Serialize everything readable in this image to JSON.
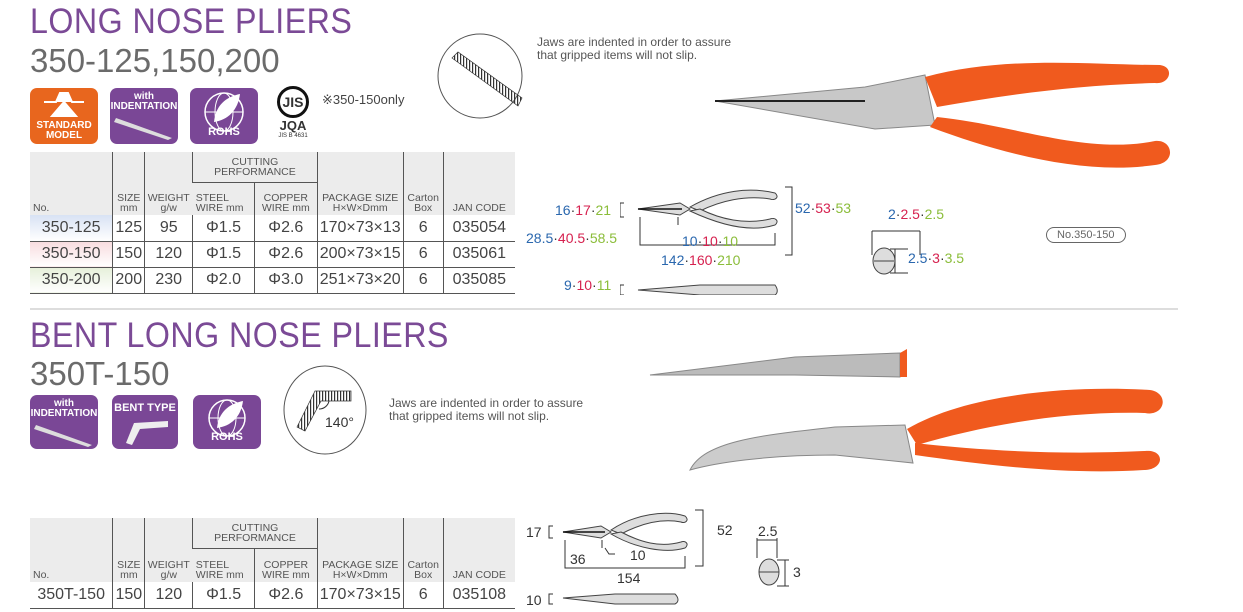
{
  "section1": {
    "title": "LONG NOSE PLIERS",
    "models": "350-125,150,200",
    "badges": {
      "standard": [
        "STANDARD",
        "MODEL"
      ],
      "indentation": [
        "with",
        "INDENTATION"
      ],
      "rohs": "ROHS",
      "jis": "JIS",
      "jqa": "JQA",
      "jis_std": "JIS B 4631"
    },
    "jis_note": "※350-150only",
    "jaw_note": [
      "Jaws are indented in order to assure",
      "that gripped items will not slip."
    ],
    "table": {
      "headers": {
        "no": "No.",
        "size": [
          "SIZE",
          "mm"
        ],
        "weight": [
          "WEIGHT",
          "g/w"
        ],
        "cutting": [
          "CUTTING",
          "PERFORMANCE"
        ],
        "steel": [
          "STEEL",
          "WIRE mm"
        ],
        "copper": [
          "COPPER",
          "WIRE mm"
        ],
        "package": [
          "PACKAGE SIZE",
          "H×W×Dmm"
        ],
        "carton": [
          "Carton",
          "Box"
        ],
        "jan": "JAN CODE"
      },
      "rows": [
        {
          "no": "350-125",
          "size": "125",
          "weight": "95",
          "steel": "Φ1.5",
          "copper": "Φ2.6",
          "package": "170×73×13",
          "carton": "6",
          "jan": "035054"
        },
        {
          "no": "350-150",
          "size": "150",
          "weight": "120",
          "steel": "Φ1.5",
          "copper": "Φ2.6",
          "package": "200×73×15",
          "carton": "6",
          "jan": "035061"
        },
        {
          "no": "350-200",
          "size": "200",
          "weight": "230",
          "steel": "Φ2.0",
          "copper": "Φ3.0",
          "package": "251×73×20",
          "carton": "6",
          "jan": "035085"
        }
      ]
    },
    "dims": {
      "tip_height": [
        "16",
        "17",
        "21"
      ],
      "height": [
        "52",
        "53",
        "53"
      ],
      "jaw_length": [
        "28.5",
        "40.5",
        "58.5"
      ],
      "jaw_width": [
        "10",
        "10",
        "10"
      ],
      "length": [
        "142",
        "160",
        "210"
      ],
      "thickness": [
        "9",
        "10",
        "11"
      ],
      "tip_w": [
        "2",
        "2.5",
        "2.5"
      ],
      "tip_h": [
        "2.5",
        "3",
        "3.5"
      ]
    },
    "photo_label": "No.350-150",
    "row_colors": [
      "#2a67ae",
      "#d6214f",
      "#8bbd3a"
    ]
  },
  "section2": {
    "title": "BENT LONG NOSE PLIERS",
    "models": "350T-150",
    "badges": {
      "indentation": [
        "with",
        "INDENTATION"
      ],
      "bent": "BENT TYPE",
      "rohs": "ROHS"
    },
    "angle": "140°",
    "jaw_note": [
      "Jaws are indented in order to assure",
      "that gripped items will not slip."
    ],
    "table": {
      "headers": {
        "no": "No.",
        "size": [
          "SIZE",
          "mm"
        ],
        "weight": [
          "WEIGHT",
          "g/w"
        ],
        "cutting": [
          "CUTTING",
          "PERFORMANCE"
        ],
        "steel": [
          "STEEL",
          "WIRE mm"
        ],
        "copper": [
          "COPPER",
          "WIRE mm"
        ],
        "package": [
          "PACKAGE SIZE",
          "H×W×Dmm"
        ],
        "carton": [
          "Carton",
          "Box"
        ],
        "jan": "JAN CODE"
      },
      "rows": [
        {
          "no": "350T-150",
          "size": "150",
          "weight": "120",
          "steel": "Φ1.5",
          "copper": "Φ2.6",
          "package": "170×73×15",
          "carton": "6",
          "jan": "035108"
        }
      ]
    },
    "dims": {
      "tip_height": "17",
      "height": "52",
      "jaw_length": "36",
      "jaw_width": "10",
      "length": "154",
      "thickness": "10",
      "tip_w": "2.5",
      "tip_h": "3"
    }
  },
  "colors": {
    "title": "#7b4a96",
    "badge_purple": "#7a4796",
    "badge_orange": "#e8661e",
    "handle": "#f05a1e"
  }
}
